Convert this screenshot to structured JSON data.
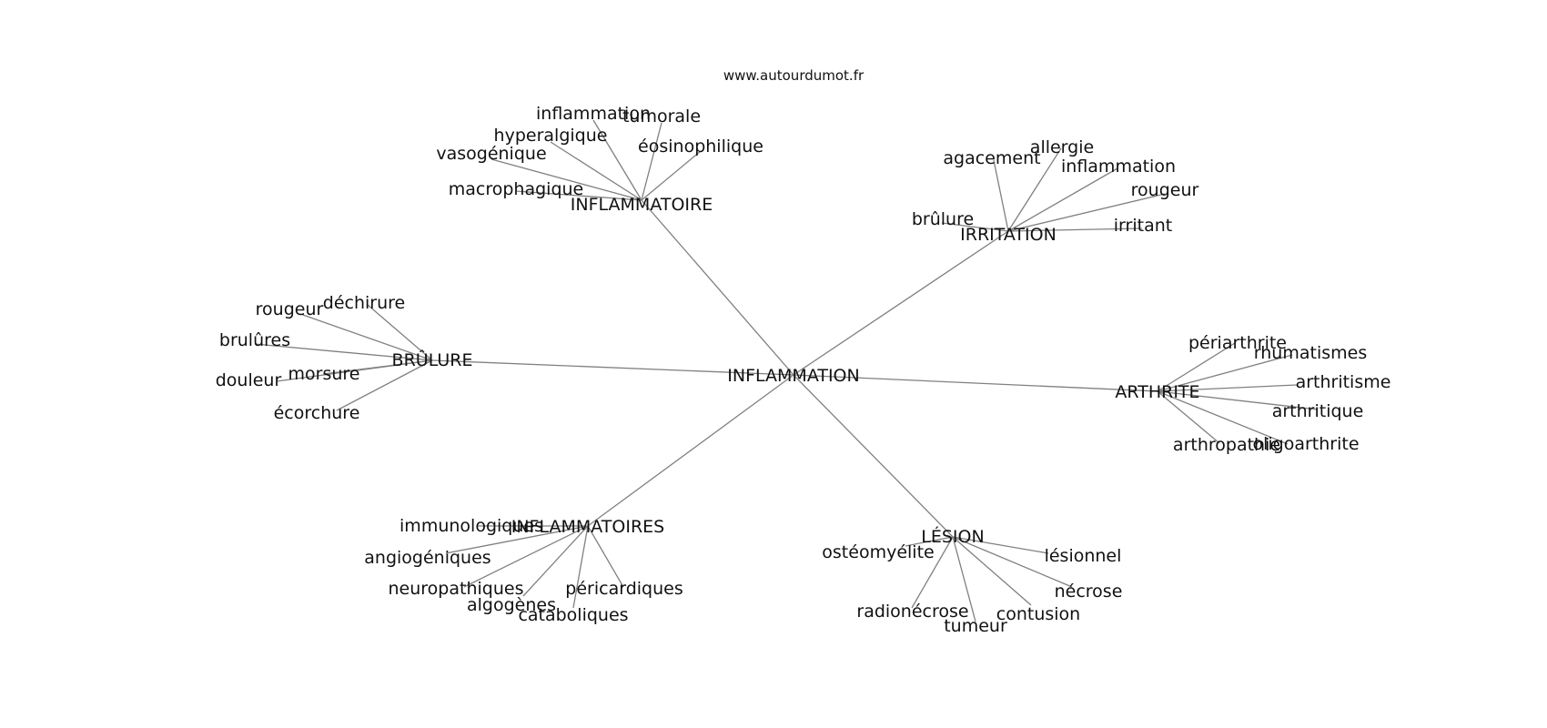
{
  "source": "www.autourdumot.fr",
  "edge_color": "#808080",
  "root": "INFLAMMATION",
  "groups": [
    {
      "name": "INFLAMMATOIRE",
      "leaves": [
        "inflammation",
        "tumorale",
        "hyperalgique",
        "vasogénique",
        "éosinophilique",
        "macrophagique"
      ]
    },
    {
      "name": "IRRITATION",
      "leaves": [
        "agacement",
        "allergie",
        "inflammation",
        "rougeur",
        "brûlure",
        "irritant"
      ]
    },
    {
      "name": "BRÛLURE",
      "leaves": [
        "déchirure",
        "rougeur",
        "brulûres",
        "morsure",
        "douleur",
        "écorchure"
      ]
    },
    {
      "name": "ARTHRITE",
      "leaves": [
        "périarthrite",
        "rhumatismes",
        "arthritisme",
        "arthritique",
        "arthropathie",
        "oligoarthrite"
      ]
    },
    {
      "name": "INFLAMMATOIRES",
      "leaves": [
        "immunologiques",
        "angiogéniques",
        "neuropathiques",
        "algogènes",
        "cataboliques",
        "péricardiques"
      ]
    },
    {
      "name": "LÉSION",
      "leaves": [
        "ostéomyélite",
        "lésionnel",
        "nécrose",
        "contusion",
        "tumeur",
        "radionécrose"
      ]
    }
  ]
}
